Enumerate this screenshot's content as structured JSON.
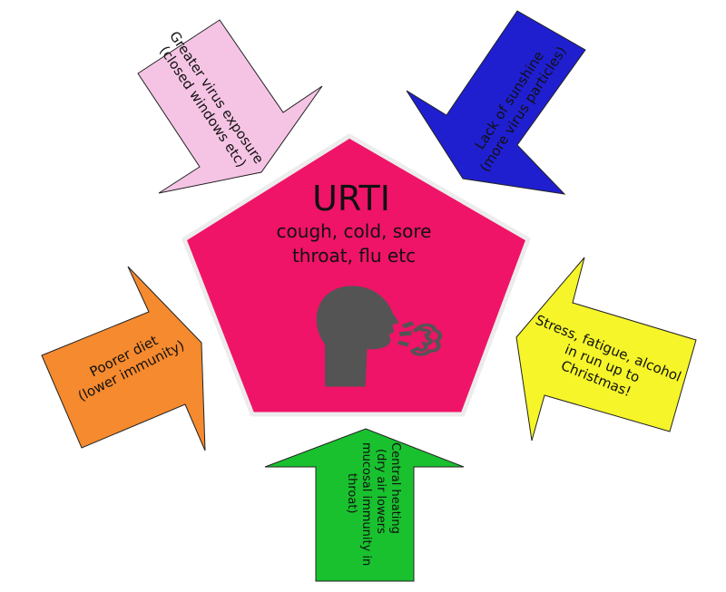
{
  "center": {
    "title": "URTI",
    "subtitle_lines": [
      "cough, cold, sore",
      "throat, flu etc"
    ],
    "icon": "person-coughing-icon",
    "color": "#ef1467"
  },
  "factors": [
    {
      "id": "virus-exposure",
      "lines": [
        "Greater virus exposure",
        "(closed windows etc)"
      ],
      "color": "#f5c4e4"
    },
    {
      "id": "sunshine",
      "lines": [
        "Lack of sunshine",
        "(more virus particles)"
      ],
      "color": "#1f1fd0"
    },
    {
      "id": "diet",
      "lines": [
        "Poorer diet",
        "(lower immunity)"
      ],
      "color": "#f68a2e"
    },
    {
      "id": "stress",
      "lines": [
        "Stress, fatigue, alcohol",
        "in run up to",
        "Christmas!"
      ],
      "color": "#f5f52a"
    },
    {
      "id": "central-heating",
      "lines": [
        "Central heating",
        "(dry air lowers",
        "mucosal immunity in",
        "throat)"
      ],
      "color": "#19c12f"
    }
  ]
}
